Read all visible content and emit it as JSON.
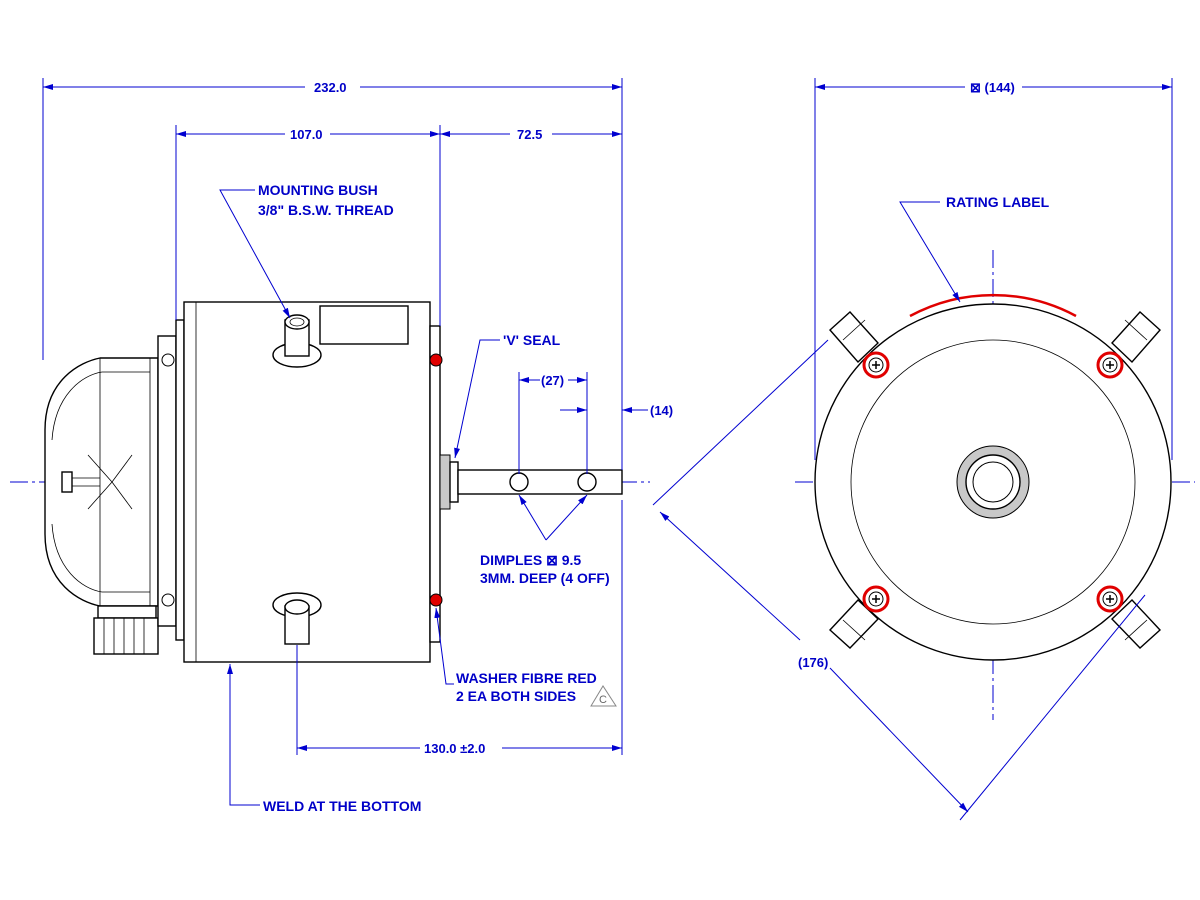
{
  "dimensions": {
    "overall_length": "232.0",
    "body_length": "107.0",
    "shaft_extension": "72.5",
    "dimple_spacing": "(27)",
    "shaft_tip_offset": "(14)",
    "mount_to_shaft_end": "130.0 ±2.0",
    "flange_width": "⊠ (144)",
    "flange_diagonal": "(176)"
  },
  "notes": {
    "mounting_bush_line1": "MOUNTING BUSH",
    "mounting_bush_line2": "3/8\" B.S.W. THREAD",
    "v_seal": "'V' SEAL",
    "dimples_line1": "DIMPLES ⊠ 9.5",
    "dimples_line2": "3MM. DEEP (4 OFF)",
    "washer_line1": "WASHER FIBRE RED",
    "washer_line2": "2 EA BOTH SIDES",
    "weld": "WELD AT THE BOTTOM",
    "rating_label": "RATING LABEL",
    "revision_mark": "C"
  },
  "colors": {
    "dimension_line": "#0000d0",
    "dimension_text": "#0000c8",
    "red_washer": "#e00000",
    "outline": "#000000"
  }
}
